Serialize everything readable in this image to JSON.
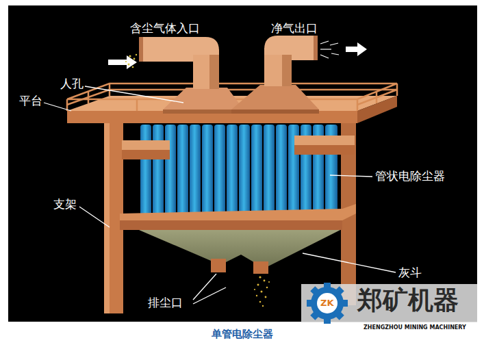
{
  "diagram": {
    "caption": "单管电除尘器",
    "labels": [
      "含尘气体入口",
      "净气出口",
      "人孔",
      "平台",
      "管状电除尘器",
      "支架",
      "灰斗",
      "排尘口",
      "ZK",
      "郑矿机器",
      "ZHENGZHOU MINING MACHINERY"
    ]
  }
}
